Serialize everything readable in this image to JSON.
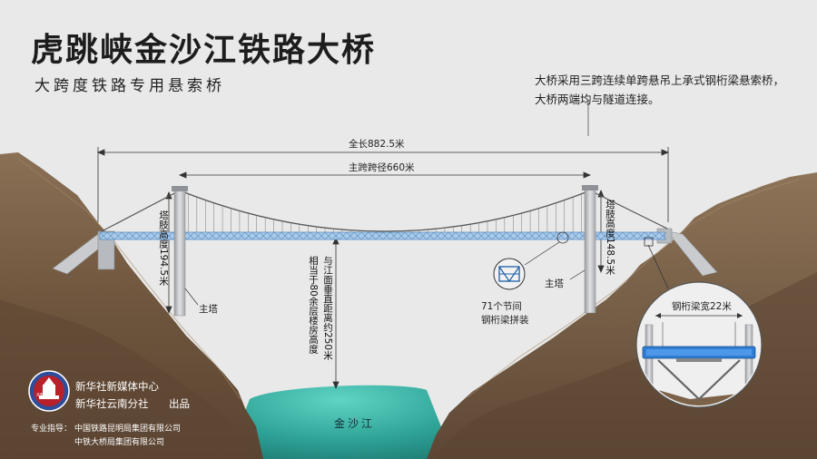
{
  "title": "虎跳峡金沙江铁路大桥",
  "subtitle": "大跨度铁路专用悬索桥",
  "note": "大桥采用三跨连续单跨悬吊上承式钢桁梁悬索桥，\n大桥两端均与隧道连接。",
  "dimensions": {
    "total_length": "全长882.5米",
    "main_span": "主跨跨径660米",
    "left_tower_height": "塔肢高度194.5米",
    "right_tower_height": "塔肢高度148.5米",
    "vertical_clearance_line1": "与江面垂直距离约250米",
    "vertical_clearance_line2": "相当于80余层楼房高度",
    "truss_width": "钢桁梁宽22米"
  },
  "labels": {
    "left_tower": "主塔",
    "right_tower": "主塔",
    "segments_line1": "71个节间",
    "segments_line2": "钢桁梁拼装",
    "river": "金沙江"
  },
  "credits": {
    "producer_line1": "新华社新媒体中心",
    "producer_line2": "新华社云南分社",
    "producer_suffix": "出品",
    "advisor_label": "专业指导：",
    "advisor_org1": "中国铁路昆明局集团有限公司",
    "advisor_org2": "中铁大桥局集团有限公司",
    "logo_text": "XINHUA"
  },
  "colors": {
    "background": "#e9e9e9",
    "rock": "#7b6248",
    "river": "#3bb6a6",
    "truss": "#6fa6d8",
    "tower": "#c4c6c9",
    "title": "#1d1d1d"
  }
}
